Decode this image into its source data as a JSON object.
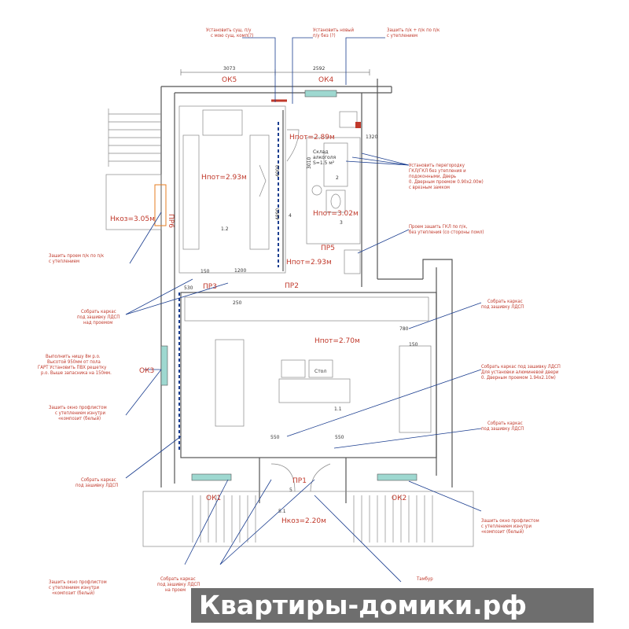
{
  "notes": {
    "top_left": [
      "Установить сущ. п/у",
      "с мою сущ. комп(?)"
    ],
    "top_mid": [
      "Установить новый",
      "п/у без (?)"
    ],
    "top_right": [
      "Зашить п/к + п/к по п/к",
      "с утеплением"
    ],
    "partition": [
      "Установить перегородку",
      "ГКЛ/ГКЛ без утепления и",
      "подоконными, Дверь",
      "0. Дверным проемом 0.90х2.00м)",
      "с врезным замком"
    ],
    "paint": [
      "Проем зашить ГКЛ по п/к,",
      "без утепления (со стороны помл)"
    ],
    "left_a": [
      "Зашить проем п/к по п/к",
      "с утеплением"
    ],
    "left_b": [
      "Собрать каркас",
      "под зашивку ЛДСП",
      "над проемом"
    ],
    "left_c": [
      "Выполнить нишу 8м р.о.",
      "Высотой 950мм от пола",
      "ГАРТ Установить ПВХ решетку",
      "р.о. Выше запасника на 150мм."
    ],
    "left_d": [
      "Зашить окно профлистом",
      "с утеплением изнутри",
      "«композит (белый)"
    ],
    "left_e": [
      "Собрать каркас",
      "под зашивку ЛДСП"
    ],
    "right_a": [
      "Собрать каркас",
      "под зашивку ЛДСП"
    ],
    "right_b": [
      "Собрать каркас под зашивку ЛДСП",
      "Для установки алюминевой двери",
      "0. Дверным проемом 1.94х2.10м)"
    ],
    "right_c": [
      "Собрать каркас",
      "под зашивку ЛДСП"
    ],
    "right_d": [
      "Зашить окно профлистом",
      "с утеплением изнутри",
      "«композит (белый)"
    ],
    "bottom_left": [
      "Зашить окно профлистом",
      "с утеплением изнутри",
      "«композит (белый)"
    ],
    "bottom_mid": [
      "Собрать каркас",
      "под зашивку ЛДСП",
      "на проем"
    ],
    "bottom_right": [
      "Тамбур"
    ]
  },
  "heights": {
    "room12": "Нпот=2.93м",
    "room3_top": "Нпот=2.89м",
    "room3_bot": "Нпот=3.02м",
    "room4_bot": "Нпот=2.93м",
    "main": "Нпот=2.70м",
    "ext_left": "Нкоз=3.05м",
    "ext_bottom": "Нкоз=2.20м"
  },
  "labels": {
    "ok5": "ОК5",
    "ok4": "ОК4",
    "ok3": "ОК3",
    "ok1": "ОК1",
    "ok2": "ОК2",
    "pr6": "ПР6",
    "pr5": "ПР5",
    "pr3": "ПР3",
    "pr2": "ПР2",
    "pr1": "ПР1",
    "r12": "1.2",
    "r4": "4",
    "r3": "3",
    "r11": "1.1",
    "r5": "5",
    "r51": "5.1",
    "r2": "2",
    "sklad": [
      "Склад",
      "алкоголя",
      "S=1.5 м²"
    ],
    "tbl": "Стол"
  },
  "dims": {
    "d3073": "3073",
    "d2592": "2592",
    "d1320": "1320",
    "d1200": "1200",
    "d150a": "150",
    "d530": "530",
    "d250": "250",
    "d150b": "150",
    "d780": "780",
    "d550a": "550",
    "d550b": "550",
    "d3010": "3010",
    "d4000": "4000",
    "d4890": "4890"
  },
  "watermark": "Квартиры-домики.рф"
}
